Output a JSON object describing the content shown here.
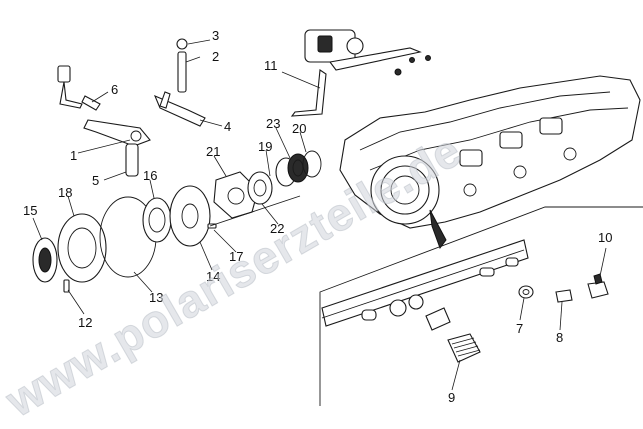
{
  "watermark": "www.polariserzteile.de",
  "callouts": [
    "1",
    "2",
    "3",
    "4",
    "5",
    "6",
    "7",
    "8",
    "9",
    "10",
    "11",
    "12",
    "13",
    "14",
    "15",
    "16",
    "17",
    "18",
    "19",
    "20",
    "21",
    "22",
    "23"
  ]
}
